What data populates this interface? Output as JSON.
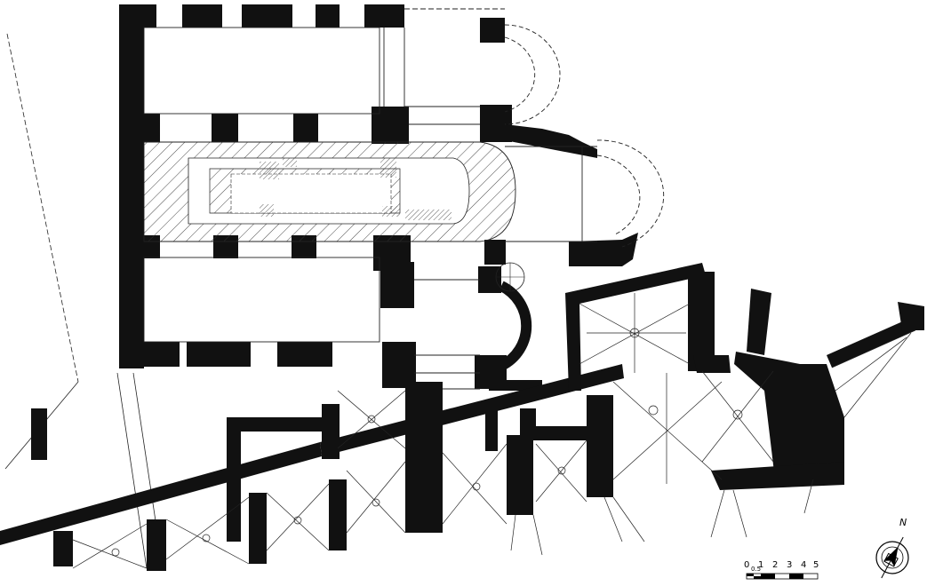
{
  "plan": {
    "wall_color": "#111111",
    "line_color": "#222222",
    "hatch_color": "#333333",
    "background": "#ffffff"
  },
  "scale_bar": {
    "labels": [
      "0",
      "0.5",
      "1",
      "2",
      "3",
      "4",
      "5"
    ]
  },
  "north_arrow": {
    "label": "N",
    "icon": "north-arrow-icon"
  }
}
